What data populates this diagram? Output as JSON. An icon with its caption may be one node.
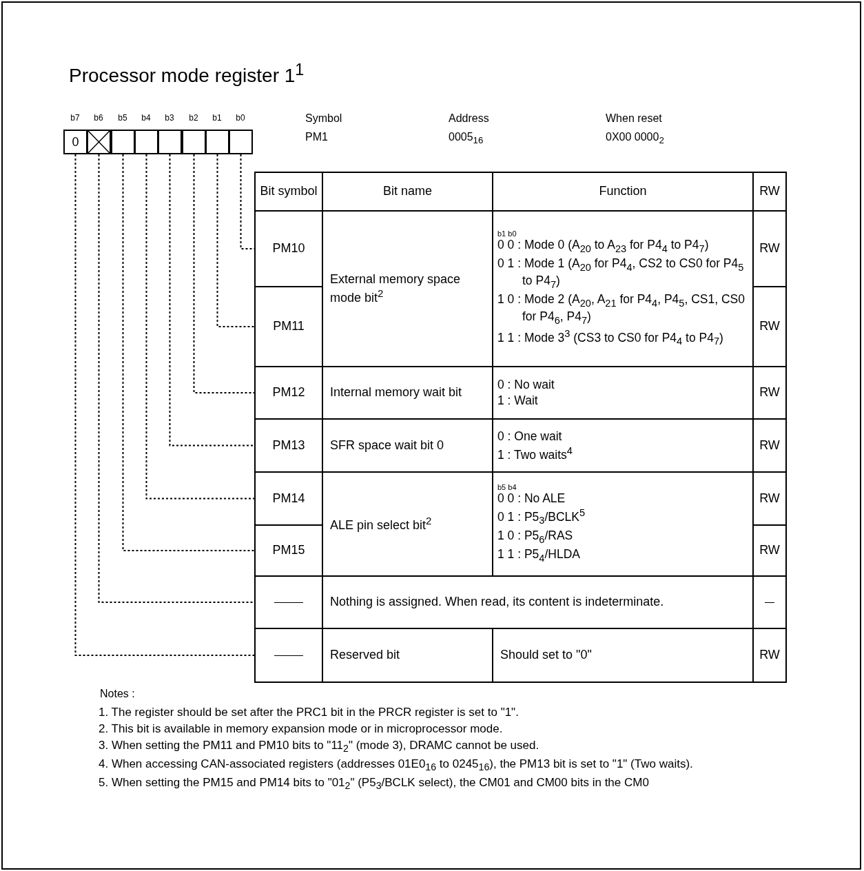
{
  "diagram": {
    "title": "Processor mode register 1$^{1}$",
    "nodes": [
      {
        "text": [
          "0"
        ],
        "beside": [
          "b7"
        ]
      },
      {
        "text": [],
        "shape": "box",
        "beside": [
          "b6"
        ]
      },
      {
        "text": [],
        "shape": "box",
        "beside": [
          "b5"
        ]
      },
      {
        "text": [],
        "shape": "box",
        "beside": [
          "b4"
        ]
      },
      {
        "text": [],
        "shape": "box",
        "beside": [
          "b3"
        ]
      },
      {
        "text": [],
        "shape": "box",
        "beside": [
          "b2"
        ]
      },
      {
        "text": [],
        "shape": "box",
        "beside": [
          "b1"
        ]
      },
      {
        "text": [],
        "shape": "box",
        "beside": [
          "b0"
        ]
      },
      {
        "text": [
          "PM10"
        ]
      },
      {
        "text": [
          "PM11"
        ]
      },
      {
        "text": [
          "PM12"
        ]
      },
      {
        "text": [
          "PM13"
        ]
      },
      {
        "text": [
          "PM14"
        ]
      },
      {
        "text": [
          "PM15"
        ]
      },
      {
        "text": [],
        "shape": "box"
      },
      {
        "text": [],
        "shape": "box"
      }
    ],
    "edges": [
      {
        "from": 7,
        "to": 8,
        "arrow": "none",
        "style": "dashed"
      },
      {
        "from": 6,
        "to": 9,
        "arrow": "none",
        "style": "dashed"
      },
      {
        "from": 5,
        "to": 10,
        "arrow": "none",
        "style": "dashed"
      },
      {
        "from": 4,
        "to": 11,
        "arrow": "none",
        "style": "dashed"
      },
      {
        "from": 3,
        "to": 12,
        "arrow": "none",
        "style": "dashed"
      },
      {
        "from": 2,
        "to": 13,
        "arrow": "none",
        "style": "dashed"
      },
      {
        "from": 1,
        "to": 14,
        "arrow": "none",
        "style": "dashed"
      },
      {
        "from": 0,
        "to": 15,
        "arrow": "none",
        "style": "dashed"
      }
    ],
    "labels": [
      "Symbol",
      "Address",
      "When reset",
      "PM1",
      "0005$_{16}$",
      "0X00 0000$_{2}$",
      "Bit symbol",
      "Bit name",
      "Function",
      "RW",
      "External memory space mode bit$^{2}$",
      "b1 b0",
      "0 0 : Mode 0 (A$_{20}$ to A$_{23}$ for P4$_{4}$ to P4$_{7}$)",
      "0 1 : Mode 1 (A$_{20}$ for P4$_{4}$, CS2 to CS0 for P4$_{5}$ to P4$_{7}$)",
      "1 0 : Mode 2 (A$_{20}$, A$_{21}$ for P4$_{4}$, P4$_{5}$, CS1, CS0 for P4$_{6}$, P4$_{7}$)",
      "1 1 : Mode 3$^{3}$ (CS3 to CS0 for P4$_{4}$ to P4$_{7}$)",
      "RW",
      "RW",
      "Internal memory wait bit",
      "0 : No wait",
      "1 : Wait",
      "RW",
      "SFR space wait bit 0",
      "0 : One wait",
      "1 : Two waits$^{4}$",
      "RW",
      "ALE pin select bit$^{2}$",
      "b5 b4",
      "0 0 : No ALE",
      "0 1 : P5$_{3}$/BCLK$^{5}$",
      "1 0 : P5$_{6}$/RAS",
      "1 1 : P5$_{4}$/HLDA",
      "RW",
      "RW",
      "Nothing is assigned. When read, its content is indeterminate.",
      "Reserved bit",
      "Should set to \"0\"",
      "RW",
      "Notes :",
      "1. The register should be set after the PRC1 bit in the PRCR register is set to \"1\".",
      "2. This bit is available in memory expansion mode or in microprocessor mode.",
      "3. When setting the PM11 and PM10 bits to \"11$_{2}$\" (mode 3), DRAMC cannot be used.",
      "4. When accessing CAN-associated registers (addresses 01E0$_{16}$ to 0245$_{16}$), the PM13 bit is set to \"1\" (Two waits).",
      "5. When setting the PM15 and PM14 bits to \"01$_{2}$\" (P5$_{3}$/BCLK select), the CM01 and CM00 bits in the CM0"
    ]
  }
}
